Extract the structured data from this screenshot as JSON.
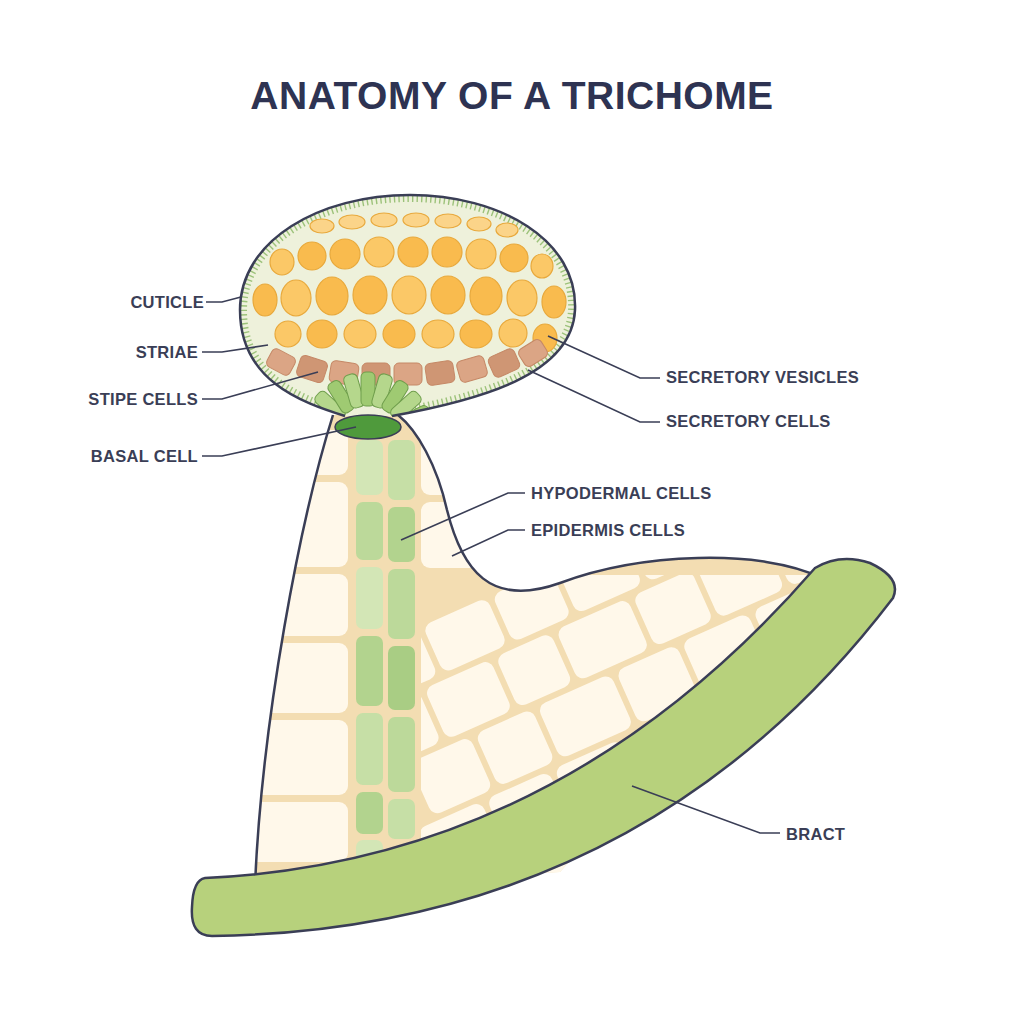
{
  "diagram": {
    "title": "ANATOMY OF A TRICHOME",
    "labels": [
      "CUTICLE",
      "STRIAE",
      "STIPE CELLS",
      "BASAL CELL",
      "SECRETORY VESICLES",
      "SECRETORY CELLS",
      "HYPODERMAL CELLS",
      "EPIDERMIS CELLS",
      "BRACT"
    ]
  }
}
